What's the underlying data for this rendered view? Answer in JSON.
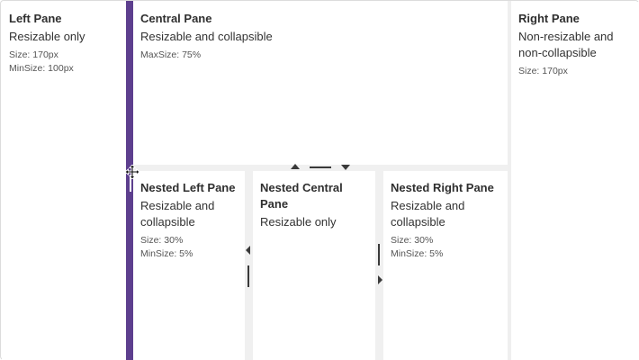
{
  "left_pane": {
    "title": "Left Pane",
    "description": "Resizable only",
    "size": "Size: 170px",
    "min_size": "MinSize: 100px"
  },
  "central_pane": {
    "title": "Central Pane",
    "description": "Resizable and collapsible",
    "max_size": "MaxSize: 75%"
  },
  "right_pane": {
    "title": "Right Pane",
    "description": "Non-resizable and non-collapsible",
    "size": "Size: 170px"
  },
  "nested_left_pane": {
    "title": "Nested Left Pane",
    "description": "Resizable and collapsible",
    "size": "Size: 30%",
    "min_size": "MinSize: 5%"
  },
  "nested_central_pane": {
    "title": "Nested Central Pane",
    "description": "Resizable only"
  },
  "nested_right_pane": {
    "title": "Nested Right Pane",
    "description": "Resizable and collapsible",
    "size": "Size: 30%",
    "min_size": "MinSize: 5%"
  },
  "colors": {
    "active_splitter": "#5d3f8e",
    "splitter": "#f0f0f0",
    "handle": "#3a3a3a"
  }
}
